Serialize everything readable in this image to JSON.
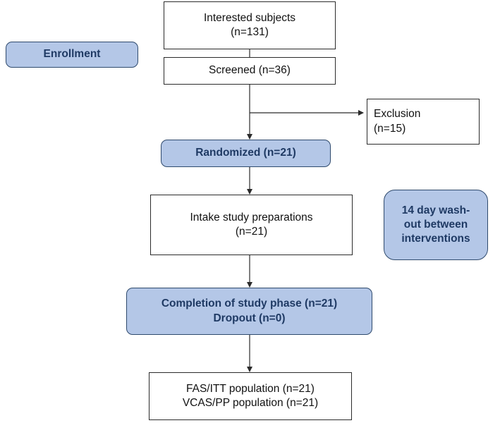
{
  "nodes": {
    "interested": {
      "line1": "Interested subjects",
      "line2": "(n=131)"
    },
    "enrollment": {
      "label": "Enrollment"
    },
    "screened": {
      "label": "Screened (n=36)"
    },
    "exclusion": {
      "line1": "Exclusion",
      "line2": "(n=15)"
    },
    "randomized": {
      "label": "Randomized (n=21)"
    },
    "intake": {
      "line1": "Intake study preparations",
      "line2": "(n=21)"
    },
    "washout": {
      "line1": "14 day wash-",
      "line2": "out between",
      "line3": "interventions"
    },
    "completion": {
      "line1": "Completion of study phase (n=21)",
      "line2": "Dropout (n=0)"
    },
    "population": {
      "line1": "FAS/ITT population (n=21)",
      "line2": "VCAS/PP population (n=21)"
    }
  },
  "edges": [
    {
      "from": "interested",
      "to": "screened"
    },
    {
      "from": "screened",
      "to": "randomized"
    },
    {
      "from": "screened",
      "to": "exclusion"
    },
    {
      "from": "randomized",
      "to": "intake"
    },
    {
      "from": "intake",
      "to": "completion"
    },
    {
      "from": "completion",
      "to": "population"
    }
  ],
  "colors": {
    "accent_fill": "#b4c7e7",
    "accent_text": "#1f3a64",
    "line": "#2b2b2b"
  }
}
